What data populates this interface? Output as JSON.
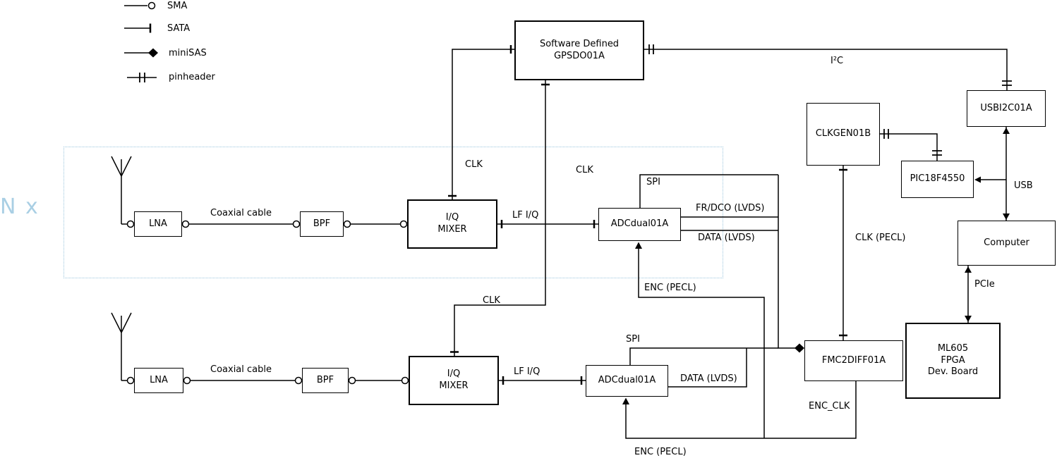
{
  "legend": {
    "items": [
      {
        "id": "sma",
        "label": "SMA"
      },
      {
        "id": "sata",
        "label": "SATA"
      },
      {
        "id": "minisas",
        "label": "miniSAS"
      },
      {
        "id": "pinheader",
        "label": "pinheader"
      }
    ]
  },
  "region": {
    "replication_label": "N x"
  },
  "boxes": {
    "lna1": "LNA",
    "bpf1": "BPF",
    "mixer1": "I/Q\nMIXER",
    "adc1": "ADCdual01A",
    "lna2": "LNA",
    "bpf2": "BPF",
    "mixer2": "I/Q\nMIXER",
    "adc2": "ADCdual01A",
    "gpsdo": "Software Defined\nGPSDO01A",
    "clkgen": "CLKGEN01B",
    "pic": "PIC18F4550",
    "usbi2c": "USBI2C01A",
    "computer": "Computer",
    "fmc": "FMC2DIFF01A",
    "ml605": "ML605\nFPGA\nDev. Board"
  },
  "wire_labels": {
    "coax1": "Coaxial cable",
    "coax2": "Coaxial cable",
    "lfiq1": "LF I/Q",
    "lfiq2": "LF I/Q",
    "clk_mixer1": "CLK",
    "clk_gpsdo": "CLK",
    "clk_mixer2": "CLK",
    "spi1": "SPI",
    "spi2": "SPI",
    "frdco1": "FR/DCO (LVDS)",
    "data1": "DATA (LVDS)",
    "data2": "DATA (LVDS)",
    "enc1": "ENC (PECL)",
    "enc2": "ENC (PECL)",
    "enc_clk": "ENC_CLK",
    "i2c": "I²C",
    "usb": "USB",
    "pcie": "PCIe",
    "clk_pecl": "CLK (PECL)"
  }
}
